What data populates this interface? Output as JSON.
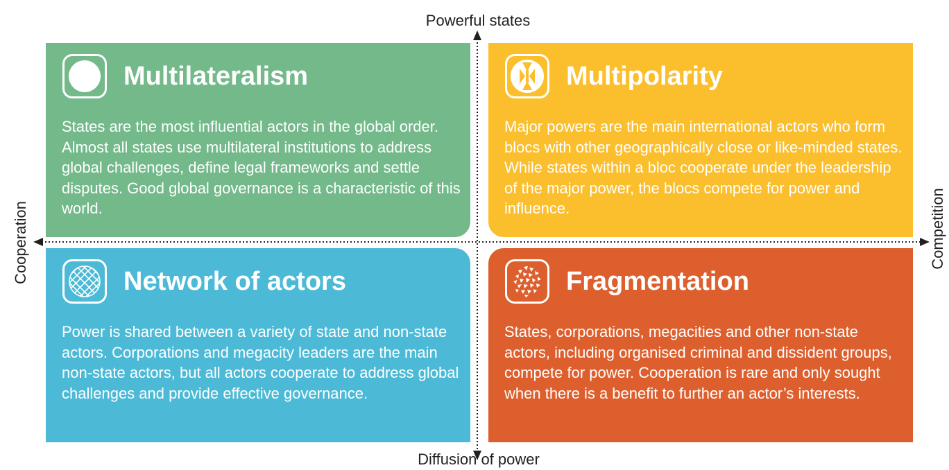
{
  "axes": {
    "top": "Powerful states",
    "bottom": "Diffusion of power",
    "left": "Cooperation",
    "right": "Competition"
  },
  "quadrants": {
    "multilateralism": {
      "title": "Multilateralism",
      "text": "States are the most influential actors in the global order.  Almost all states use multilateral institutions to address global challenges, define legal frameworks and settle disputes.  Good global governance is a characteristic of this world.",
      "color": "#73b98a",
      "icon": "circle-icon"
    },
    "multipolarity": {
      "title": "Multipolarity",
      "text": "Major powers are the main international actors who form blocs with other geographically close or like-minded states.  While states within a bloc cooperate under the leadership of the major power, the blocs compete for power and influence.",
      "color": "#fbbe2c",
      "icon": "split-poles-icon"
    },
    "network": {
      "title": "Network of actors",
      "text": "Power is shared between a variety of state and non-state actors.  Corporations and megacity leaders are the main non-state actors, but all actors cooperate to address global challenges and provide effective governance.",
      "color": "#4cbad6",
      "icon": "mesh-globe-icon"
    },
    "fragmentation": {
      "title": "Fragmentation",
      "text": "States, corporations, megacities and other non-state actors, including organised criminal and dissident groups, compete for power. Cooperation is rare and only sought when there is a benefit to further an actor’s interests.",
      "color": "#dd5f2d",
      "icon": "shattered-globe-icon"
    }
  }
}
